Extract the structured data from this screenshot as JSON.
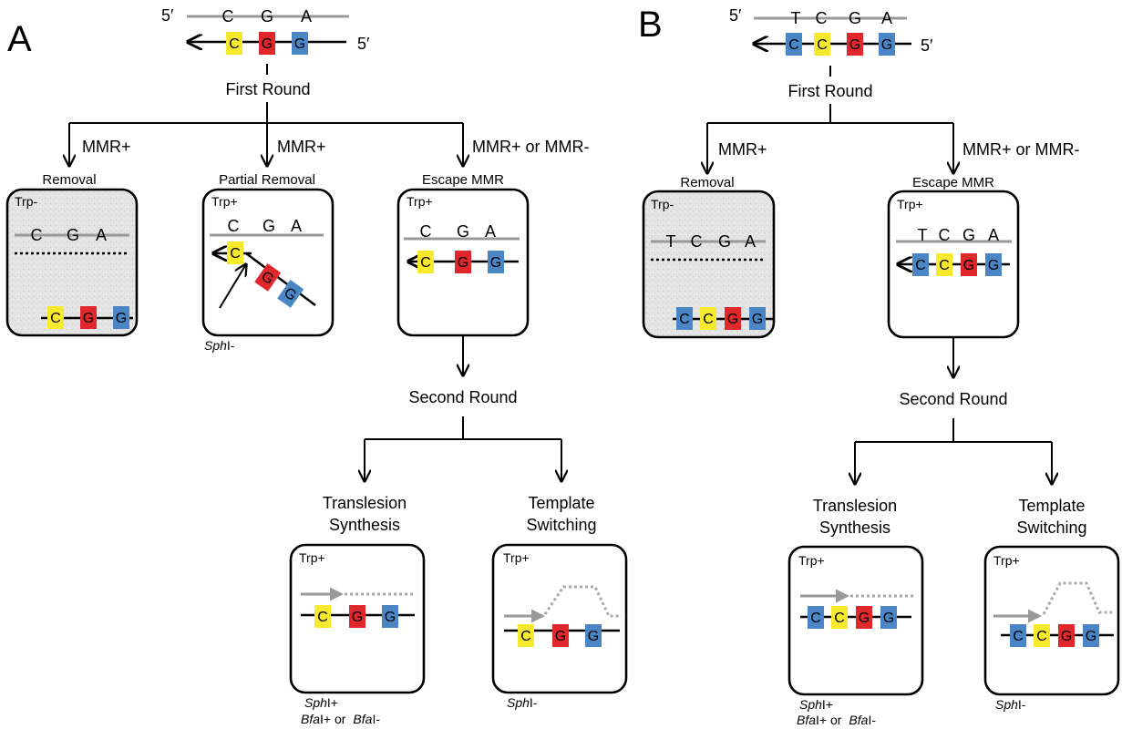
{
  "colors": {
    "C": "#f7ea2c",
    "G_red": "#e0272b",
    "G_blue": "#4a86c6",
    "C_blue": "#4a86c6",
    "primer": "#999999"
  },
  "panelA": {
    "letter": "A",
    "top_prime_left": "5′",
    "top_prime_right": "5′",
    "top_strand_letters": [
      "C",
      "G",
      "A"
    ],
    "lesion_bases": [
      "C",
      "G",
      "G"
    ],
    "first_round": "First Round",
    "mmr_plus_1": "MMR+",
    "mmr_plus_2": "MMR+",
    "mmr_either": "MMR+ or MMR-",
    "removal_title": "Removal",
    "partial_title": "Partial Removal",
    "escape_title": "Escape MMR",
    "trp_minus": "Trp-",
    "trp_plus": "Trp+",
    "sph_minus_partial": {
      "italic": "Sph",
      "plain": "I-"
    },
    "second_round": "Second Round",
    "tls_line1": "Translesion",
    "tls_line2": "Synthesis",
    "ts_line1": "Template",
    "ts_line2": "Switching",
    "tls_enz1": {
      "italic": "Sph",
      "plain": "I+"
    },
    "tls_enz2a": {
      "italic": "Bfa",
      "plain": "I+ or"
    },
    "tls_enz2b": {
      "italic": "Bfa",
      "plain": "I-"
    },
    "ts_enz": {
      "italic": "Sph",
      "plain": "I-"
    }
  },
  "panelB": {
    "letter": "B",
    "top_prime_left": "5′",
    "top_prime_right": "5′",
    "top_strand_letters": [
      "T",
      "C",
      "G",
      "A"
    ],
    "lesion_bases": [
      "C",
      "C",
      "G",
      "G"
    ],
    "first_round": "First Round",
    "mmr_plus": "MMR+",
    "mmr_either": "MMR+ or MMR-",
    "removal_title": "Removal",
    "escape_title": "Escape MMR",
    "trp_minus": "Trp-",
    "trp_plus": "Trp+",
    "second_round": "Second Round",
    "tls_line1": "Translesion",
    "tls_line2": "Synthesis",
    "ts_line1": "Template",
    "ts_line2": "Switching",
    "tls_enz1": {
      "italic": "Sph",
      "plain": "I+"
    },
    "tls_enz2a": {
      "italic": "Bfa",
      "plain": "I+ or"
    },
    "tls_enz2b": {
      "italic": "Bfa",
      "plain": "I-"
    },
    "ts_enz": {
      "italic": "Sph",
      "plain": "I-"
    }
  }
}
